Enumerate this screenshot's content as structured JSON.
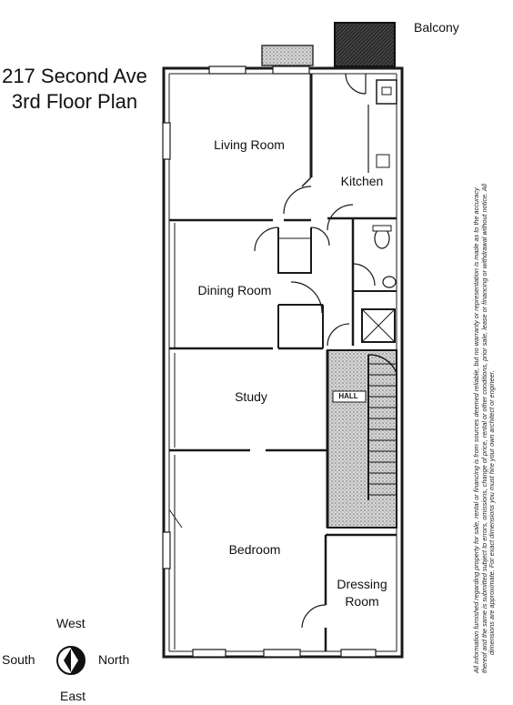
{
  "title": {
    "line1": "217 Second Ave",
    "line2": "3rd Floor Plan"
  },
  "rooms": {
    "balcony": "Balcony",
    "living_room": "Living Room",
    "kitchen": "Kitchen",
    "dining_room": "Dining Room",
    "study": "Study",
    "bedroom": "Bedroom",
    "dressing_room_line1": "Dressing",
    "dressing_room_line2": "Room",
    "hall": "HALL"
  },
  "compass": {
    "west": "West",
    "south": "South",
    "north": "North",
    "east": "East"
  },
  "disclaimer": {
    "line1": "All information furnished regarding property for sale, rental or financing is from sources deemed reliable, but no warranty or representation is made as to the accuracy",
    "line2": "thereof and the same is submitted subject to errors, omissions, change of price, rental or other conditions, prior sale, lease or financing or withdrawal without notice. All",
    "line3": "dimensions are approximate. For exact dimensions you must hire your own architect or engineer."
  },
  "colors": {
    "wall": "#1a1a1a",
    "stair_hatch": "#9a9a9a",
    "balcony_fill": "#2b2b2b"
  }
}
